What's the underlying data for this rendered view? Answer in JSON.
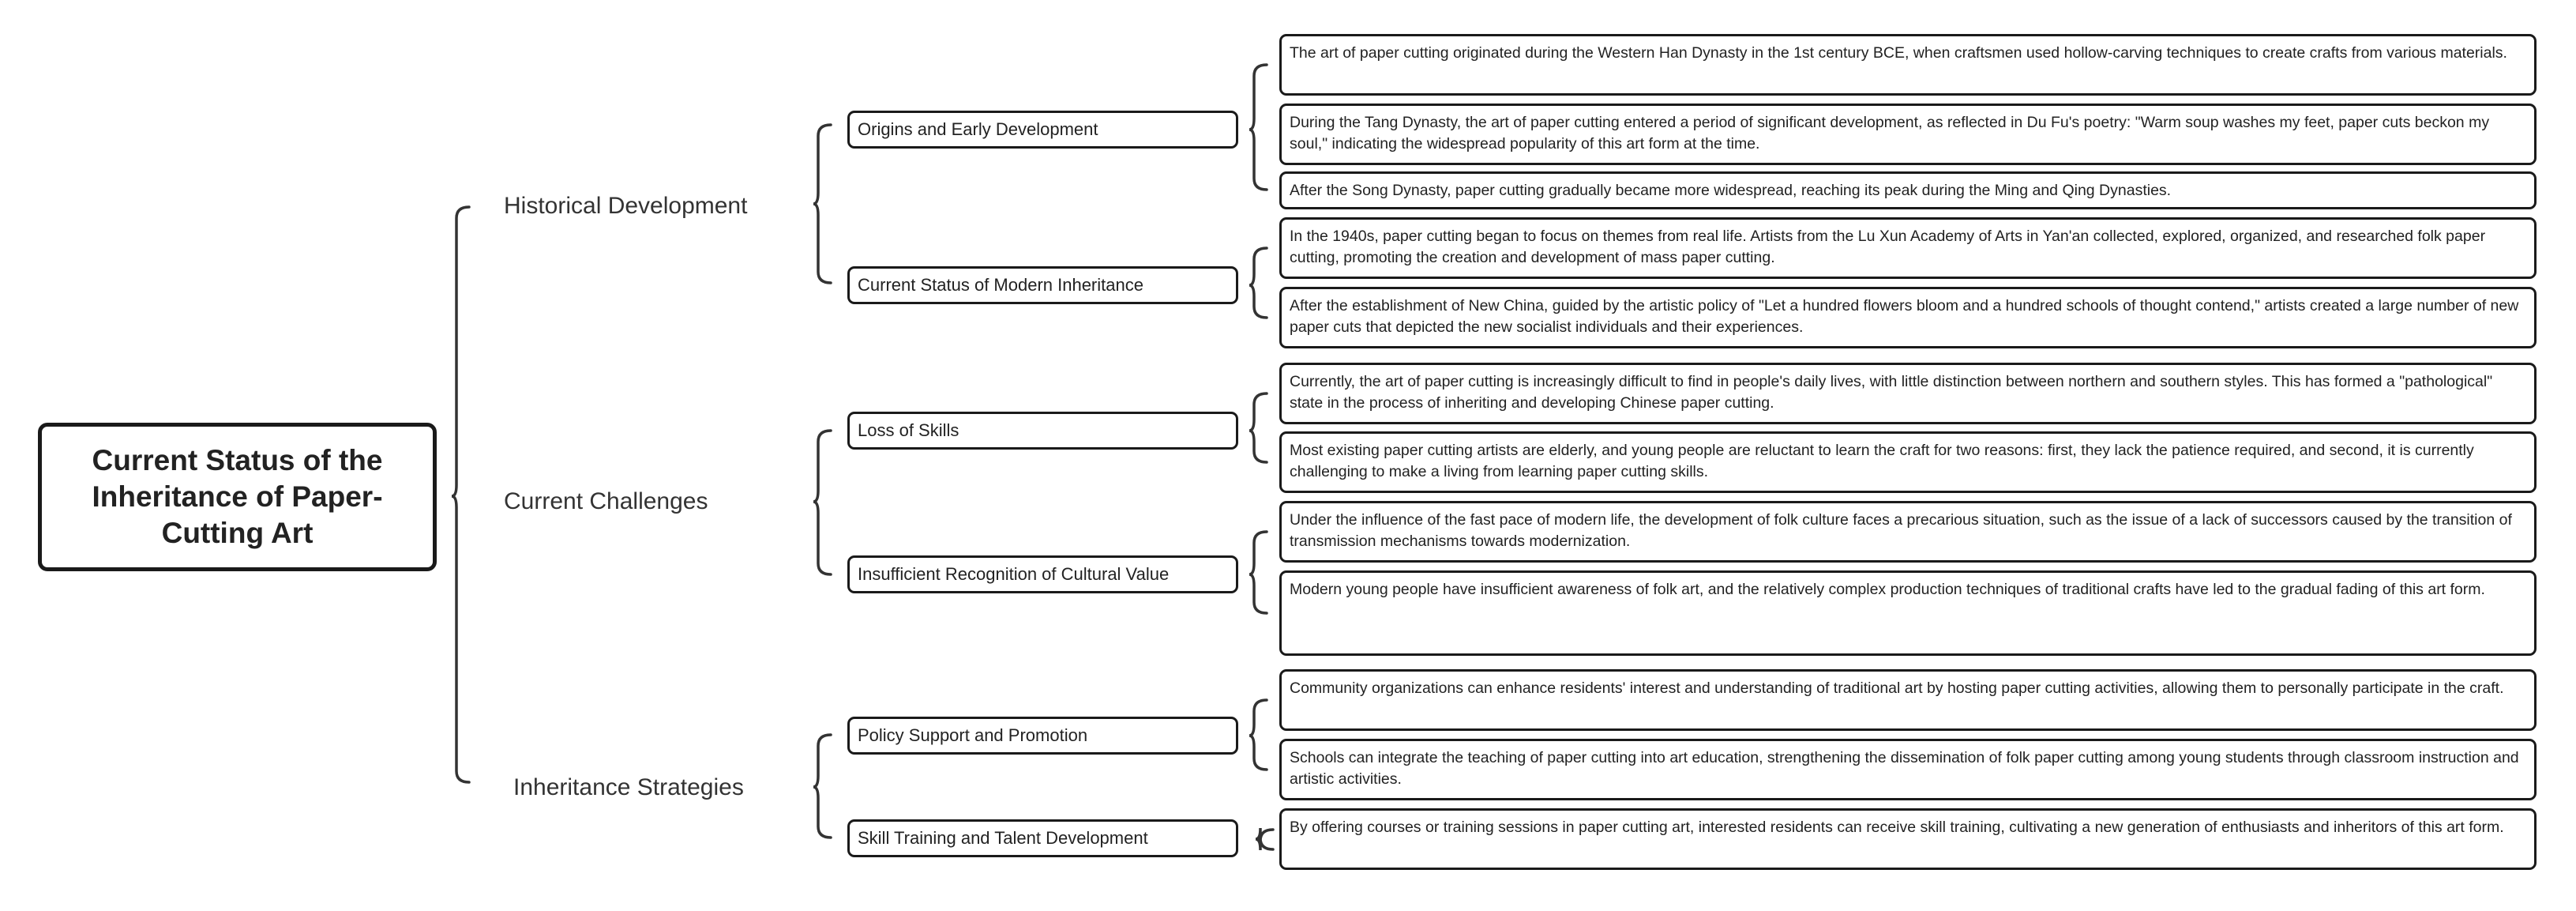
{
  "root": {
    "title": "Current Status of the Inheritance of Paper-Cutting Art"
  },
  "branches": [
    {
      "label": "Historical Development",
      "subs": [
        {
          "label": "Origins and Early Development",
          "leaves": [
            "The art of paper cutting originated during the Western Han Dynasty in the 1st century BCE, when craftsmen used hollow-carving techniques to create crafts from various materials.",
            "During the Tang Dynasty, the art of paper cutting entered a period of significant development, as reflected in Du Fu's poetry: \"Warm soup washes my feet, paper cuts beckon my soul,\" indicating the widespread popularity of this art form at the time.",
            "After the Song Dynasty, paper cutting gradually became more widespread, reaching its peak during the Ming and Qing Dynasties."
          ]
        },
        {
          "label": "Current Status of Modern Inheritance",
          "leaves": [
            "In the 1940s, paper cutting began to focus on themes from real life. Artists from the Lu Xun Academy of Arts in Yan'an collected, explored, organized, and researched folk paper cutting, promoting the creation and development of mass paper cutting.",
            "After the establishment of New China, guided by the artistic policy of \"Let a hundred flowers bloom and a hundred schools of thought contend,\" artists created a large number of new paper cuts that depicted the new socialist individuals and their experiences."
          ]
        }
      ]
    },
    {
      "label": "Current Challenges",
      "subs": [
        {
          "label": "Loss of Skills",
          "leaves": [
            "Currently, the art of paper cutting is increasingly difficult to find in people's daily lives, with little distinction between northern and southern styles. This has formed a \"pathological\" state in the process of inheriting and developing Chinese paper cutting.",
            "Most existing paper cutting artists are elderly, and young people are reluctant to learn the craft for two reasons: first, they lack the patience required, and second, it is currently challenging to make a living from learning paper cutting skills."
          ]
        },
        {
          "label": "Insufficient Recognition of Cultural Value",
          "leaves": [
            "Under the influence of the fast pace of modern life, the development of folk culture faces a precarious situation, such as the issue of a lack of successors caused by the transition of transmission mechanisms towards modernization.",
            "Modern young people have insufficient awareness of folk art, and the relatively complex production techniques of traditional crafts have led to the gradual fading of this art form."
          ]
        }
      ]
    },
    {
      "label": "Inheritance Strategies",
      "subs": [
        {
          "label": "Policy Support and Promotion",
          "leaves": [
            "Community organizations can enhance residents' interest and understanding of traditional art by hosting paper cutting activities, allowing them to personally participate in the craft.",
            "Schools can integrate the teaching of paper cutting into art education, strengthening the dissemination of folk paper cutting among young students through classroom instruction and artistic activities."
          ]
        },
        {
          "label": "Skill Training and Talent Development",
          "leaves": [
            "By offering courses or training sessions in paper cutting art, interested residents can receive skill training, cultivating a new generation of enthusiasts and inheritors of this art form."
          ]
        }
      ]
    }
  ]
}
